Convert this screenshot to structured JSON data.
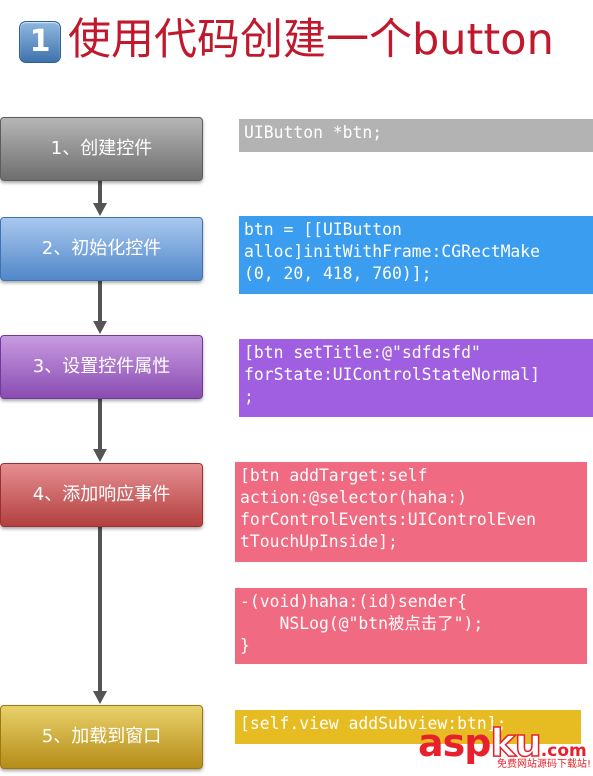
{
  "header": {
    "badge": "1",
    "title": "使用代码创建一个button"
  },
  "steps": [
    {
      "label": "1、创建控件"
    },
    {
      "label": "2、初始化控件"
    },
    {
      "label": "3、设置控件属性"
    },
    {
      "label": "4、添加响应事件"
    },
    {
      "label": "5、加载到窗口"
    }
  ],
  "code": {
    "create": "UIButton *btn;",
    "init": "btn = [[UIButton\nalloc]initWithFrame:CGRectMake\n(0, 20, 418, 760)];",
    "title": "[btn setTitle:@\"sdfdsfd\"\nforState:UIControlStateNormal]\n;",
    "target": "[btn addTarget:self\naction:@selector(haha:)\nforControlEvents:UIControlEven\ntTouchUpInside];",
    "method": "-(void)haha:(id)sender{\n    NSLog(@\"btn被点击了\");\n}",
    "add": "[self.view addSubview:btn];"
  },
  "watermark": {
    "main": "asp",
    "ku": "ku",
    "com": ".com",
    "sub": "免费网站源码下载站!"
  },
  "colors": {
    "title": "#c0182c",
    "step1": "#8a8a8a",
    "step2": "#5187c9",
    "step3": "#8a4cb2",
    "step4": "#b3403f",
    "step5": "#b58c18",
    "code1": "#b3b3b3",
    "code2": "#3a9df0",
    "code3": "#a05ee0",
    "code4": "#f06a82",
    "code6": "#e7bb22"
  }
}
